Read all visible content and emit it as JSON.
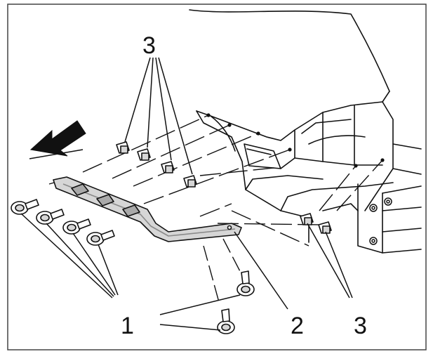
{
  "diagram": {
    "callouts": [
      {
        "id": "c3-top",
        "label": "3"
      },
      {
        "id": "c1",
        "label": "1"
      },
      {
        "id": "c2",
        "label": "2"
      },
      {
        "id": "c3-bottom",
        "label": "3"
      }
    ],
    "colors": {
      "line": "#111111",
      "part_fill": "#d6d6d6",
      "part_shade": "#a9a9a9",
      "arrow": "#111111",
      "background": "#ffffff"
    },
    "icons": [
      "direction-arrow-icon",
      "screw-icon",
      "clip-nut-icon"
    ]
  }
}
